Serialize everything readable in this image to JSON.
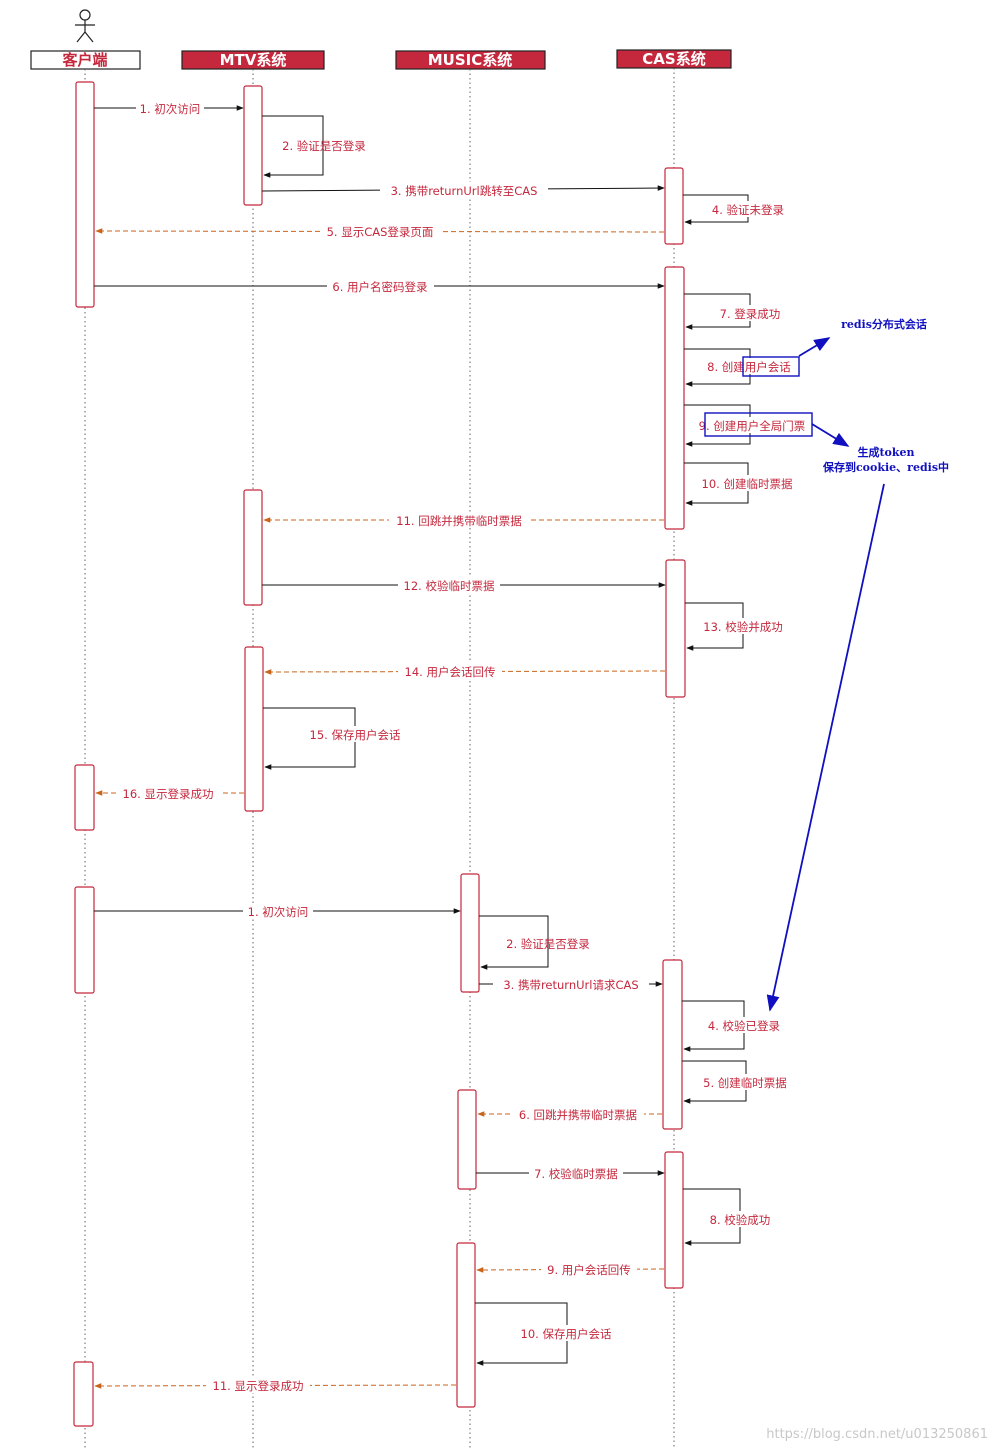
{
  "participants": {
    "client": "客户端",
    "mtv": "MTV系统",
    "music": "MUSIC系统",
    "cas": "CAS系统"
  },
  "flow1": {
    "m1": "1. 初次访问",
    "m2": "2. 验证是否登录",
    "m3": "3. 携带returnUrl跳转至CAS",
    "m4": "4. 验证未登录",
    "m5": "5. 显示CAS登录页面",
    "m6": "6. 用户名密码登录",
    "m7": "7. 登录成功",
    "m8": "8. 创建用户会话",
    "m9": "9. 创建用户全局门票",
    "m10": "10. 创建临时票据",
    "m11": "11. 回跳并携带临时票据",
    "m12": "12. 校验临时票据",
    "m13": "13. 校验并成功",
    "m14": "14. 用户会话回传",
    "m15": "15. 保存用户会话",
    "m16": "16. 显示登录成功"
  },
  "flow2": {
    "m1": "1. 初次访问",
    "m2": "2. 验证是否登录",
    "m3": "3. 携带returnUrl请求CAS",
    "m4": "4. 校验已登录",
    "m5": "5. 创建临时票据",
    "m6": "6. 回跳并携带临时票据",
    "m7": "7. 校验临时票据",
    "m8": "8. 校验成功",
    "m9": "9. 用户会话回传",
    "m10": "10. 保存用户会话",
    "m11": "11. 显示登录成功"
  },
  "notes": {
    "redis_session": "redis分布式会话",
    "token_line1": "生成token",
    "token_line2": "保存到cookie、redis中"
  },
  "watermark": "https://blog.csdn.net/u013250861",
  "colors": {
    "header_fill": "#c5283d",
    "message_text": "#c5283d",
    "return_arrow": "#c8651b",
    "note_blue": "#1010c0"
  }
}
